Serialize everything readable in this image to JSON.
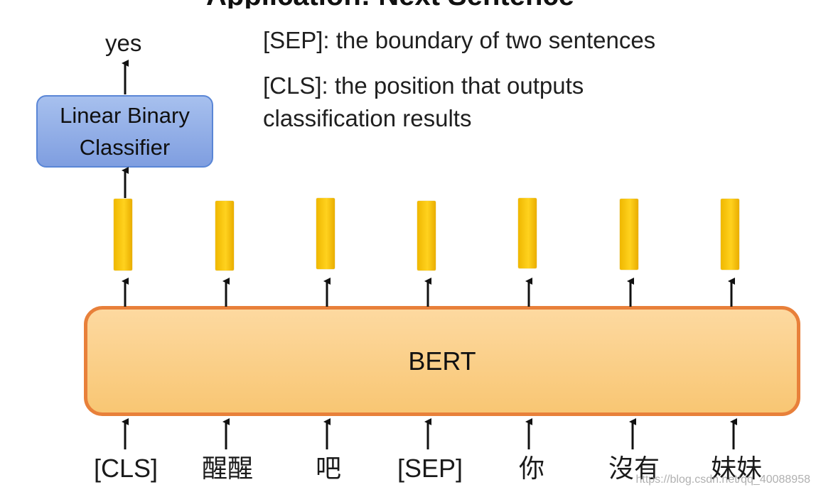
{
  "title_partial": "Application: Next Sentence",
  "notes": {
    "sep": "[SEP]: the boundary of two sentences",
    "cls_line1": "[CLS]: the position that outputs",
    "cls_line2": "classification results"
  },
  "classifier": {
    "line1": "Linear Binary",
    "line2": "Classifier",
    "output": "yes"
  },
  "model": {
    "label": "BERT"
  },
  "tokens": [
    "[CLS]",
    "醒醒",
    "吧",
    "[SEP]",
    "你",
    "沒有",
    "妹妹"
  ],
  "watermark": "https://blog.csdn.net/qq_40088958",
  "colors": {
    "classifier_fill": "#8fabe6",
    "bert_fill": "#fbd08a",
    "bert_border": "#e8803a",
    "embedding_fill": "#ffc800"
  }
}
